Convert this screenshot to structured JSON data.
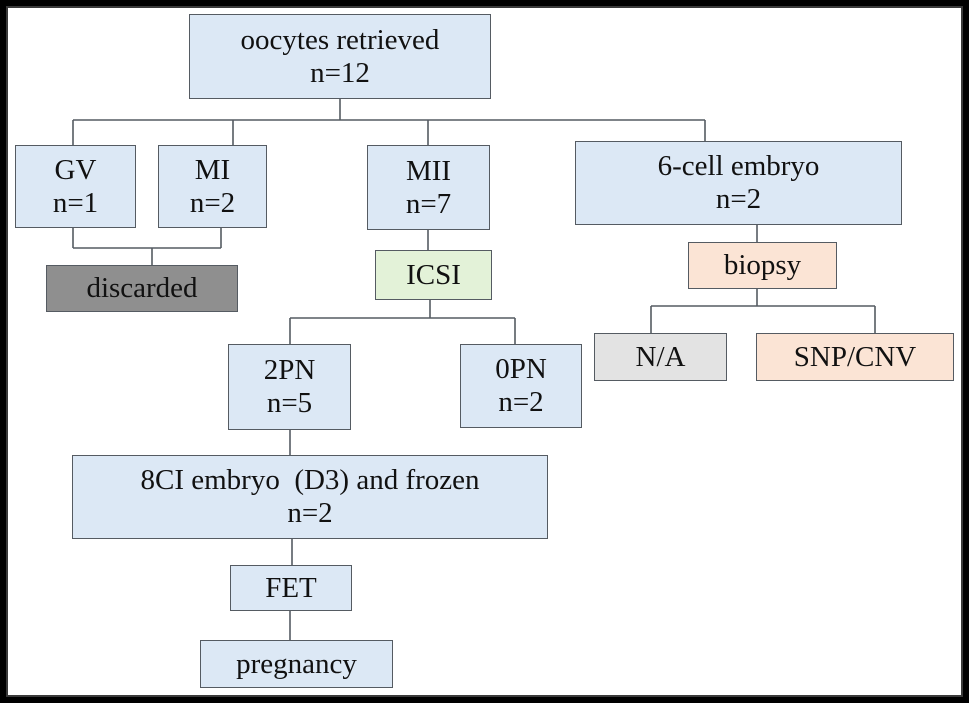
{
  "colors": {
    "blue": "#dce8f5",
    "gray": "#e3e3e3",
    "dark": "#8f8f8f",
    "green": "#e3f2d8",
    "peach": "#fbe4d5",
    "line": "#555b62"
  },
  "nodes": {
    "oocytes": {
      "line1": "oocytes retrieved",
      "line2": "n=12"
    },
    "gv": {
      "line1": "GV",
      "line2": "n=1"
    },
    "mi": {
      "line1": "MI",
      "line2": "n=2"
    },
    "mii": {
      "line1": "MII",
      "line2": "n=7"
    },
    "six_cell": {
      "line1": "6-cell embryo",
      "line2": "n=2"
    },
    "discarded": {
      "line1": "discarded"
    },
    "icsi": {
      "line1": "ICSI"
    },
    "biopsy": {
      "line1": "biopsy"
    },
    "two_pn": {
      "line1": "2PN",
      "line2": "n=5"
    },
    "zero_pn": {
      "line1": "0PN",
      "line2": "n=2"
    },
    "na": {
      "line1": "N/A"
    },
    "snp_cnv": {
      "line1": "SNP/CNV"
    },
    "eight_ci": {
      "line1": "8CI embryo  (D3) and frozen",
      "line2": "n=2"
    },
    "fet": {
      "line1": "FET"
    },
    "pregnancy": {
      "line1": "pregnancy"
    }
  }
}
